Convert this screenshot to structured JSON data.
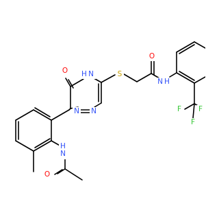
{
  "molecule": {
    "atom_labels": {
      "oxygen_keto": "O",
      "nh_triazine": "H",
      "n_triazine_nh": "N",
      "sulfur": "S",
      "oxygen_amide": "O",
      "nh_amide_n": "N",
      "nh_amide_h": "H",
      "n_triazine_a": "N",
      "n_triazine_b": "N",
      "nh_acetamide_h": "H",
      "nh_acetamide_n": "N",
      "oxygen_acetyl": "O",
      "fluorine_1": "F",
      "fluorine_2": "F",
      "fluorine_3": "F"
    },
    "colors": {
      "oxygen": "#ff0d0d",
      "nitrogen": "#3050f8",
      "sulfur": "#c8a000",
      "fluorine": "#36c736",
      "carbon": "#000000"
    }
  }
}
